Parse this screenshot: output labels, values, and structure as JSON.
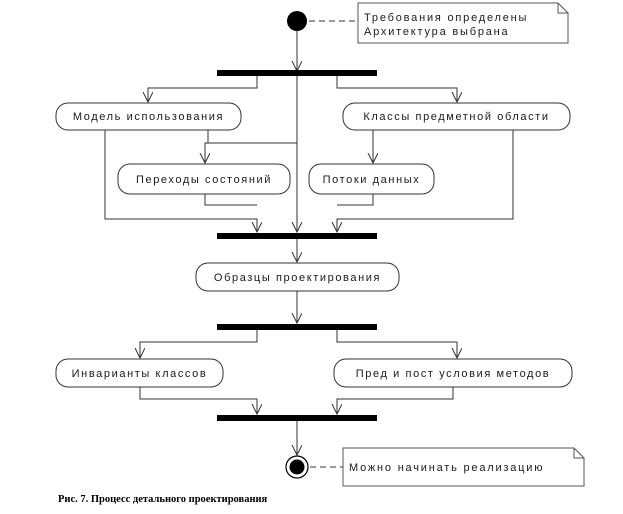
{
  "notes": {
    "start_line1": "Требования определены",
    "start_line2": "Архитектура выбрана",
    "end": "Можно начинать реализацию"
  },
  "activities": {
    "use_model": "Модель использования",
    "domain_classes": "Классы предметной области",
    "state_transitions": "Переходы состояний",
    "data_flows": "Потоки данных",
    "design_patterns": "Образцы проектирования",
    "class_invariants": "Инварианты классов",
    "pre_post_conditions": "Пред и пост условия методов"
  },
  "caption": "Рис. 7. Процесс детального проектирования"
}
